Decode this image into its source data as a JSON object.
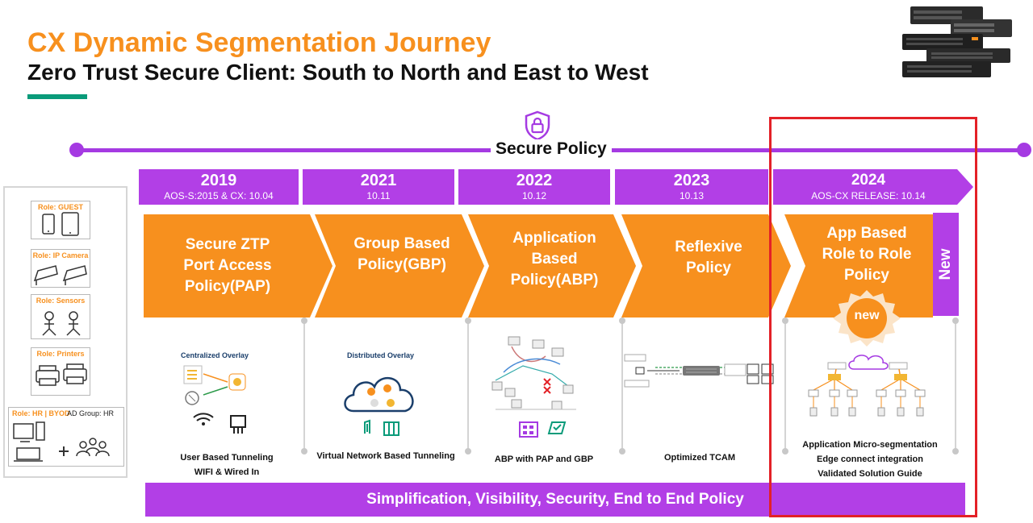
{
  "header": {
    "title": "CX Dynamic Segmentation Journey",
    "subtitle": "Zero Trust Secure Client: South to North and East to West"
  },
  "timeline": {
    "label": "Secure Policy",
    "icon": "lock-shield-icon"
  },
  "colors": {
    "orange": "#f7901e",
    "purple": "#b23fe6",
    "highlight_red": "#e32127",
    "teal": "#0a9b7a"
  },
  "stages": [
    {
      "year": "2019",
      "release": "AOS-S:2015 & CX: 10.04",
      "policy_lines": [
        "Secure ZTP",
        "Port Access",
        "Policy(PAP)"
      ],
      "diagram_title": "Centralized Overlay",
      "caption_lines": [
        "User Based Tunneling",
        "WIFI & Wired In"
      ]
    },
    {
      "year": "2021",
      "release": "10.11",
      "policy_lines": [
        "Group Based",
        "Policy(GBP)"
      ],
      "diagram_title": "Distributed Overlay",
      "caption_lines": [
        "Virtual Network Based Tunneling"
      ]
    },
    {
      "year": "2022",
      "release": "10.12",
      "policy_lines": [
        "Application",
        "Based",
        "Policy(ABP)"
      ],
      "caption_lines": [
        "ABP with PAP and GBP"
      ]
    },
    {
      "year": "2023",
      "release": "10.13",
      "policy_lines": [
        "Reflexive",
        "Policy"
      ],
      "caption_lines": [
        "Optimized TCAM"
      ]
    },
    {
      "year": "2024",
      "release": "AOS-CX RELEASE: 10.14",
      "policy_lines": [
        "App Based",
        "Role to Role",
        "Policy"
      ],
      "new_tab": "New",
      "badge": "new",
      "caption_lines": [
        "Application Micro-segmentation",
        "Edge connect integration",
        "Validated Solution Guide"
      ]
    }
  ],
  "roles": [
    {
      "label": "Role: GUEST",
      "icon": "mobile-devices-icon"
    },
    {
      "label": "Role: IP Camera",
      "icon": "ip-camera-icon"
    },
    {
      "label": "Role: Sensors",
      "icon": "sensor-icon"
    },
    {
      "label": "Role: Printers",
      "icon": "printer-icon"
    },
    {
      "label": "Role: HR | BYOD",
      "ad_group": "AD Group: HR",
      "icon": "computer-users-icon"
    }
  ],
  "bottom_banner": "Simplification, Visibility, Security, End to End Policy"
}
